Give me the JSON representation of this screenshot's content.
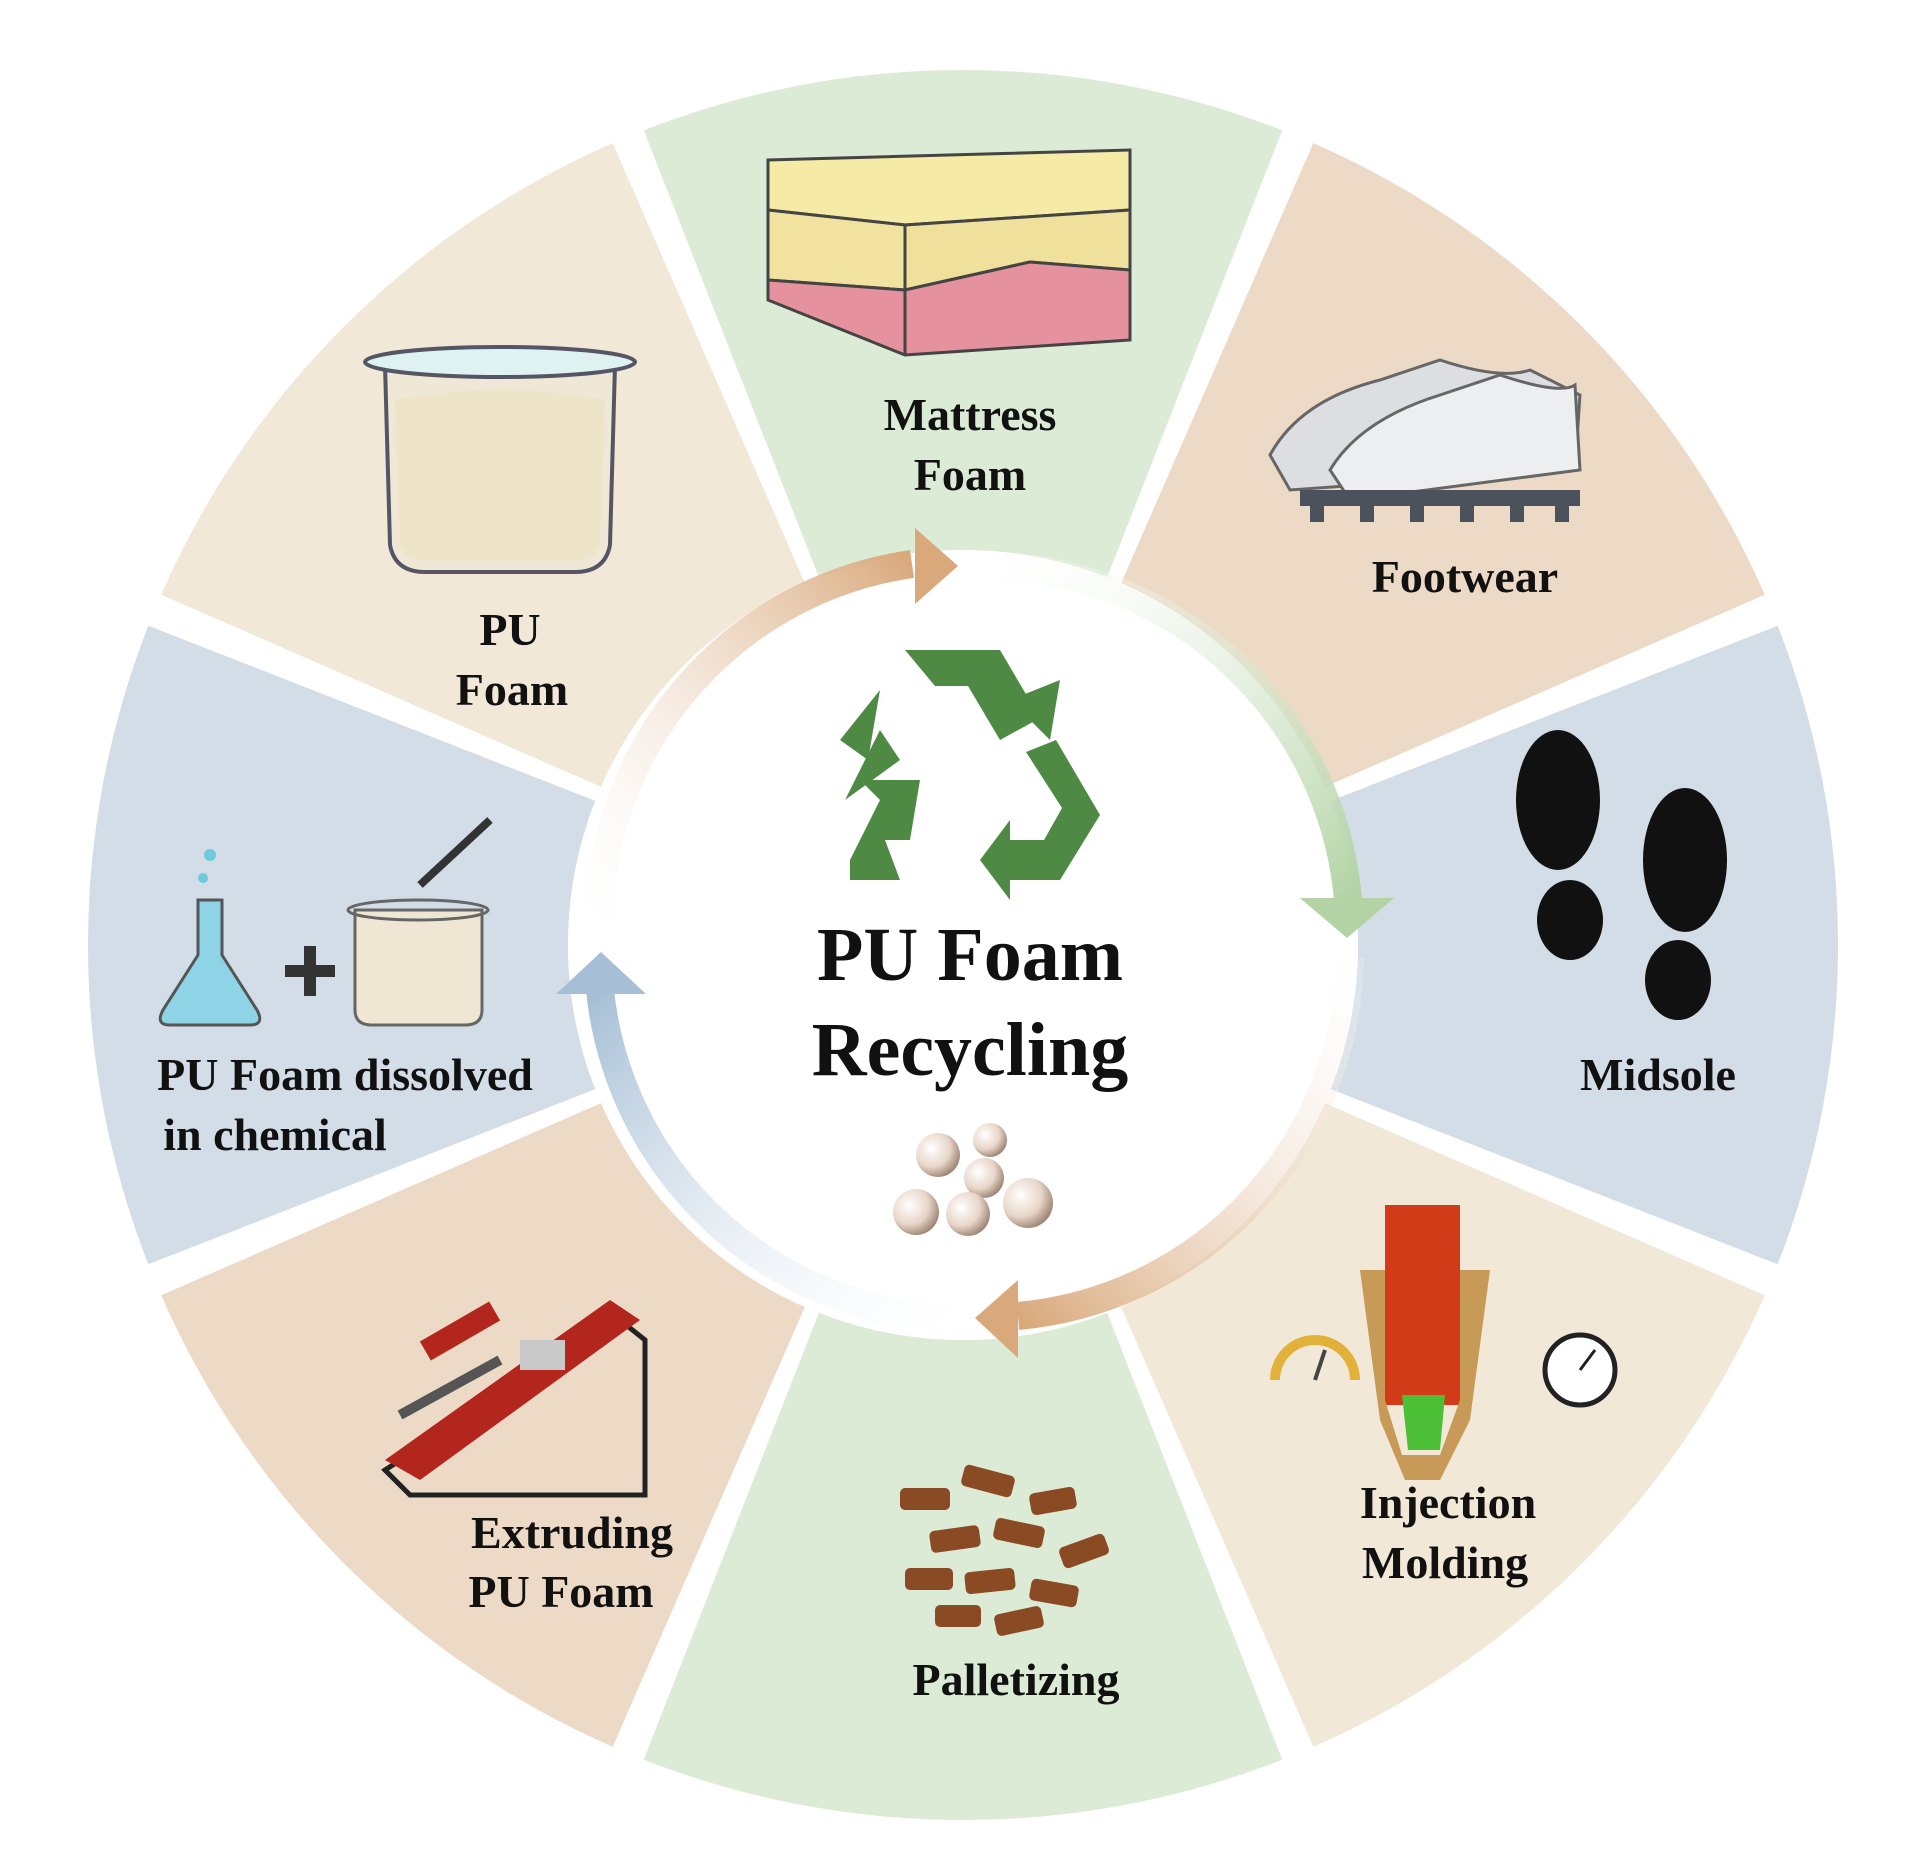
{
  "center": {
    "title_line1": "PU Foam",
    "title_line2": "Recycling",
    "recycle_icon": "recycle-icon",
    "recycle_color": "#4f8a44",
    "pellets_icon": "beads-icon"
  },
  "segments": [
    {
      "id": "mattress",
      "line1": "Mattress",
      "line2": "Foam",
      "color": "#dcebd5",
      "icon": "mattress-icon"
    },
    {
      "id": "footwear",
      "line1": "Footwear",
      "line2": "",
      "color": "#eddac6",
      "icon": "sneaker-icon"
    },
    {
      "id": "midsole",
      "line1": "Midsole",
      "line2": "",
      "color": "#d2dde8",
      "icon": "footprints-icon"
    },
    {
      "id": "injection",
      "line1": "Injection",
      "line2": "Molding",
      "color": "#f2e8d8",
      "icon": "injection-mold-icon"
    },
    {
      "id": "palletizing",
      "line1": "Palletizing",
      "line2": "",
      "color": "#dcebd5",
      "icon": "pellets-icon"
    },
    {
      "id": "extruding",
      "line1": "Extruding",
      "line2": "PU Foam",
      "color": "#eddac6",
      "icon": "extruder-icon"
    },
    {
      "id": "dissolved",
      "line1": "PU Foam dissolved",
      "line2": "in chemical",
      "color": "#d2dde8",
      "icon": "flask-plus-beaker-icon"
    },
    {
      "id": "pufoam",
      "line1": "PU",
      "line2": "Foam",
      "color": "#f2e8d8",
      "icon": "foam-beaker-icon"
    }
  ],
  "arrows": [
    {
      "id": "arrow-top-left",
      "color": "#d9a97c"
    },
    {
      "id": "arrow-top-right",
      "color": "#b3d3a4"
    },
    {
      "id": "arrow-bottom-right",
      "color": "#d9a97c"
    },
    {
      "id": "arrow-bottom-left",
      "color": "#a7bfd6"
    }
  ]
}
